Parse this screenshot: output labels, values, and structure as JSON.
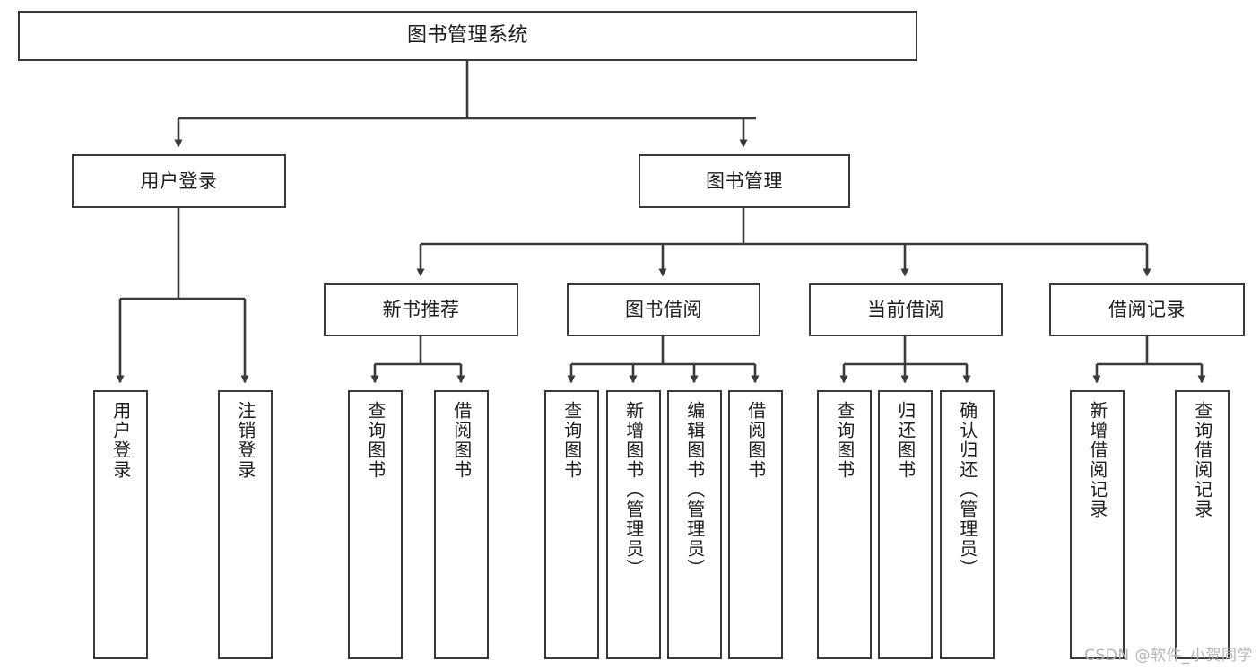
{
  "diagram": {
    "title": "图书管理系统",
    "type": "tree",
    "watermark": "CSDN @软件_小贺同学",
    "colors": {
      "node_border": "#3a3a3a",
      "node_fill": "#ffffff",
      "edge": "#3a3a3a",
      "text": "#1d1d1d",
      "watermark": "#b4b4b4",
      "background": "#ffffff"
    },
    "levels": {
      "root": "图书管理系统",
      "level2": [
        "用户登录",
        "图书管理"
      ],
      "level3": [
        "新书推荐",
        "图书借阅",
        "当前借阅",
        "借阅记录"
      ]
    },
    "nodes": {
      "root": {
        "label": "图书管理系统"
      },
      "user_login": {
        "label": "用户登录"
      },
      "book_manage": {
        "label": "图书管理"
      },
      "new_book_rec": {
        "label": "新书推荐"
      },
      "book_borrow": {
        "label": "图书借阅"
      },
      "current_borrow": {
        "label": "当前借阅"
      },
      "borrow_record": {
        "label": "借阅记录"
      },
      "leaf_user_login": {
        "label": "用户登录"
      },
      "leaf_logout": {
        "label": "注销登录"
      },
      "leaf_query_book_1": {
        "label": "查询图书"
      },
      "leaf_borrow_book_1": {
        "label": "借阅图书"
      },
      "leaf_query_book_2": {
        "label": "查询图书"
      },
      "leaf_add_book": {
        "label": "新增图书（管理员）"
      },
      "leaf_edit_book": {
        "label": "编辑图书（管理员）"
      },
      "leaf_borrow_book_2": {
        "label": "借阅图书"
      },
      "leaf_query_book_3": {
        "label": "查询图书"
      },
      "leaf_return_book": {
        "label": "归还图书"
      },
      "leaf_confirm_return": {
        "label": "确认归还（管理员）"
      },
      "leaf_add_record": {
        "label": "新增借阅记录"
      },
      "leaf_query_record": {
        "label": "查询借阅记录"
      }
    },
    "edges": [
      {
        "from": "root",
        "to": "user_login"
      },
      {
        "from": "root",
        "to": "book_manage"
      },
      {
        "from": "user_login",
        "to": "leaf_user_login"
      },
      {
        "from": "user_login",
        "to": "leaf_logout"
      },
      {
        "from": "book_manage",
        "to": "new_book_rec"
      },
      {
        "from": "book_manage",
        "to": "book_borrow"
      },
      {
        "from": "book_manage",
        "to": "current_borrow"
      },
      {
        "from": "book_manage",
        "to": "borrow_record"
      },
      {
        "from": "new_book_rec",
        "to": "leaf_query_book_1"
      },
      {
        "from": "new_book_rec",
        "to": "leaf_borrow_book_1"
      },
      {
        "from": "book_borrow",
        "to": "leaf_query_book_2"
      },
      {
        "from": "book_borrow",
        "to": "leaf_add_book"
      },
      {
        "from": "book_borrow",
        "to": "leaf_edit_book"
      },
      {
        "from": "book_borrow",
        "to": "leaf_borrow_book_2"
      },
      {
        "from": "current_borrow",
        "to": "leaf_query_book_3"
      },
      {
        "from": "current_borrow",
        "to": "leaf_return_book"
      },
      {
        "from": "current_borrow",
        "to": "leaf_confirm_return"
      },
      {
        "from": "borrow_record",
        "to": "leaf_add_record"
      },
      {
        "from": "borrow_record",
        "to": "leaf_query_record"
      }
    ]
  }
}
